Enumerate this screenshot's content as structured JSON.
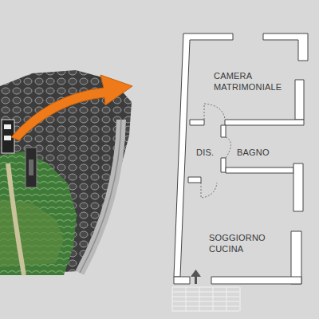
{
  "diagram": {
    "nodes": [
      {
        "text": [
          "CAMERA MATRIMONIALE"
        ]
      },
      {
        "text": [
          "DIS."
        ]
      },
      {
        "text": [
          "BAGNO"
        ]
      },
      {
        "text": [
          "SOGGIORNO CUCINA"
        ]
      }
    ]
  }
}
